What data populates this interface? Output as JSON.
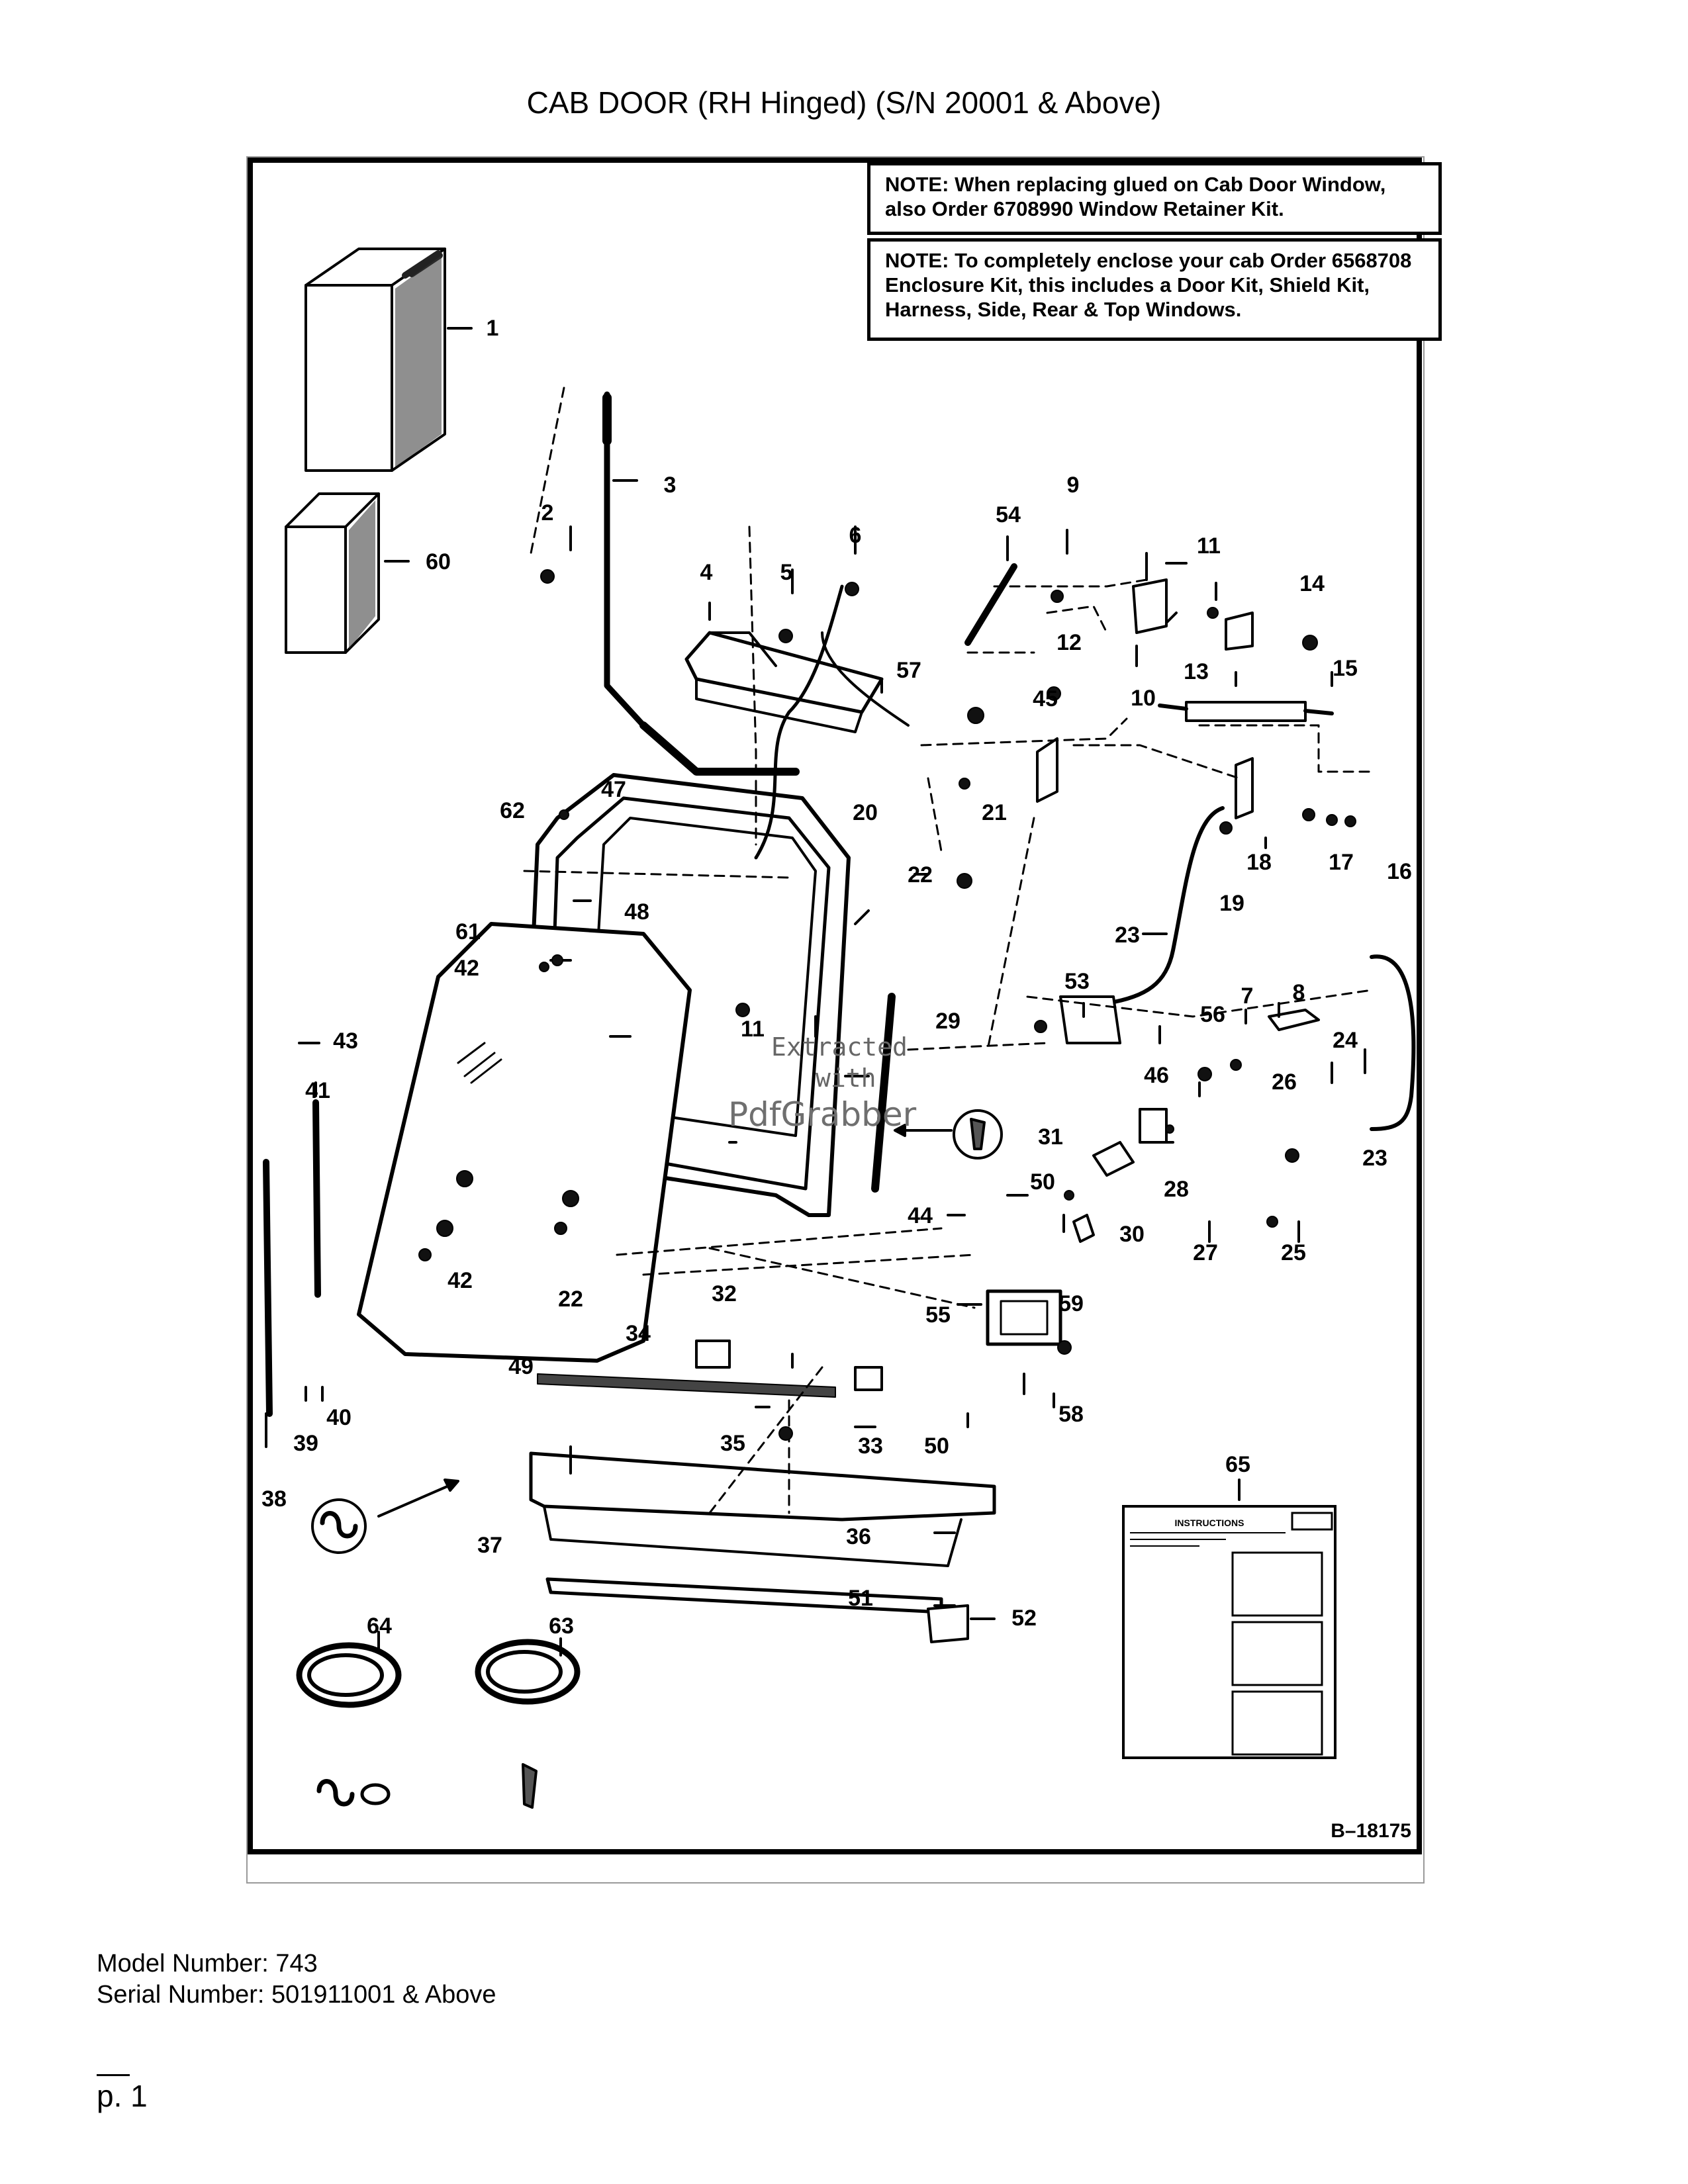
{
  "page": {
    "title": "CAB DOOR (RH Hinged) (S/N 20001 & Above)"
  },
  "notes": [
    {
      "label": "NOTE:",
      "text": "When replacing glued on Cab Door Window, also Order 6708990 Window Retainer Kit."
    },
    {
      "label": "NOTE:",
      "text": "To completely enclose your cab Order 6568708 Enclosure Kit, this includes a Door Kit, Shield Kit, Harness, Side, Rear & Top Windows."
    }
  ],
  "diagram": {
    "drawing_number": "B–18175",
    "callouts": [
      "1",
      "2",
      "3",
      "4",
      "5",
      "6",
      "7",
      "8",
      "9",
      "10",
      "11",
      "11",
      "12",
      "13",
      "14",
      "15",
      "16",
      "17",
      "18",
      "19",
      "20",
      "21",
      "22",
      "22",
      "23",
      "23",
      "24",
      "25",
      "26",
      "27",
      "28",
      "29",
      "30",
      "31",
      "32",
      "33",
      "34",
      "35",
      "36",
      "37",
      "38",
      "39",
      "40",
      "41",
      "42",
      "42",
      "43",
      "44",
      "45",
      "46",
      "47",
      "48",
      "49",
      "50",
      "50",
      "51",
      "52",
      "53",
      "54",
      "55",
      "56",
      "57",
      "58",
      "59",
      "60",
      "61",
      "62",
      "63",
      "64",
      "65"
    ],
    "instructions_card": {
      "heading": "INSTRUCTIONS"
    },
    "watermark": {
      "line1": "Extracted",
      "line2": "with",
      "brand": "PdfGrabber"
    }
  },
  "footer": {
    "model": "Model Number: 743",
    "serial": "Serial Number: 501911001 & Above",
    "page": "p. 1"
  }
}
